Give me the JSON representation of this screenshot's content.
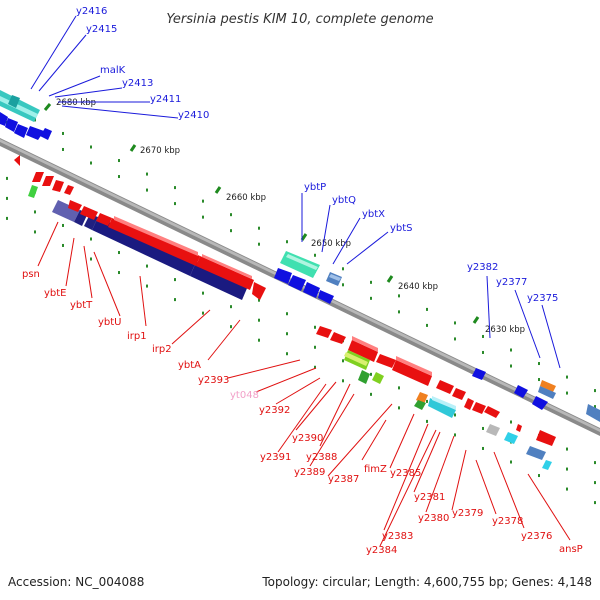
{
  "title": "Yersinia pestis KIM 10, complete genome",
  "footer": {
    "accession": "Accession: NC_004088",
    "summary": "Topology: circular; Length: 4,600,755 bp; Genes: 4,148"
  },
  "colors": {
    "forward_label": "#1a1adb",
    "reverse_label": "#e01010",
    "pink_label": "#f2a0c8",
    "backbone": "#7a7a7a"
  },
  "kbp_ticks": [
    "2680 kbp",
    "2670 kbp",
    "2660 kbp",
    "2650 kbp",
    "2640 kbp",
    "2630 kbp"
  ],
  "blue_labels": [
    "y2416",
    "y2415",
    "malK",
    "y2413",
    "y2411",
    "y2410",
    "ybtP",
    "ybtQ",
    "ybtX",
    "ybtS",
    "y2382",
    "y2377",
    "y2375"
  ],
  "red_labels": [
    "psn",
    "ybtE",
    "ybtT",
    "ybtU",
    "irp1",
    "irp2",
    "ybtA",
    "y2393",
    "yt048",
    "y2392",
    "y2390",
    "y2391",
    "y2388",
    "y2389",
    "y2387",
    "fimZ",
    "y2385",
    "y2383",
    "y2384",
    "y2381",
    "y2380",
    "y2379",
    "y2378",
    "y2376",
    "ansP"
  ]
}
